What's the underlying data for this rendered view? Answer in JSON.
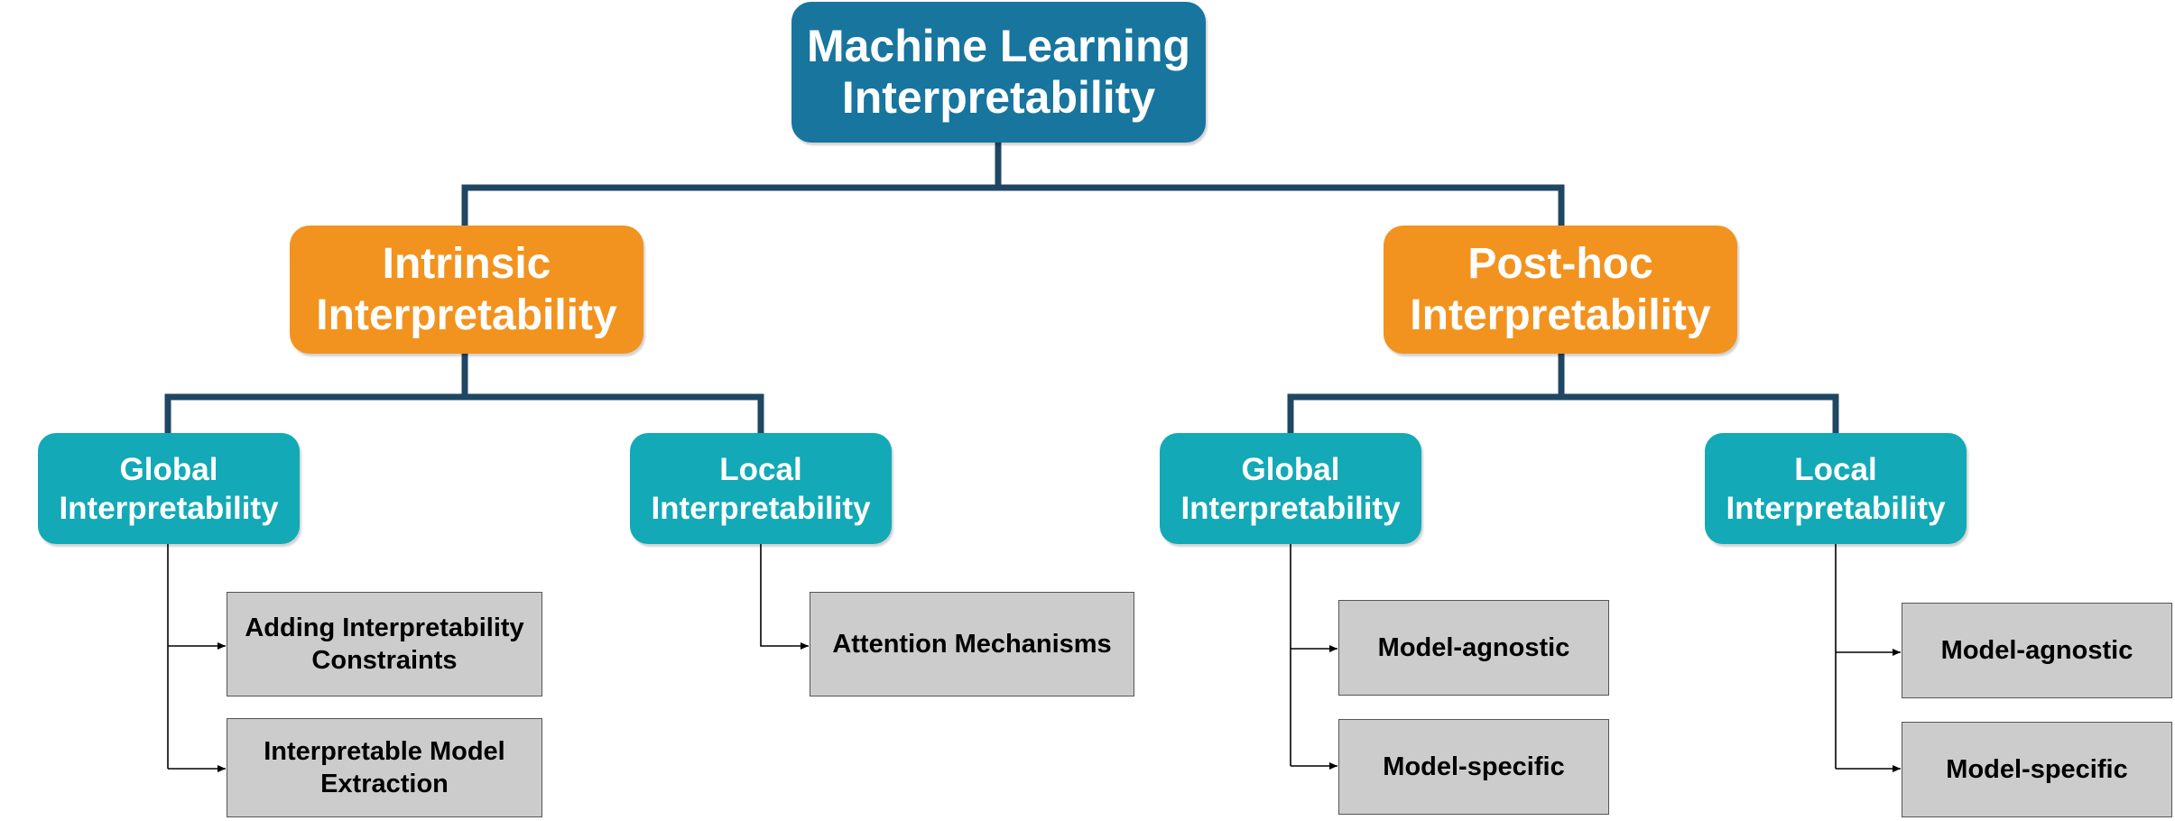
{
  "root": {
    "line1": "Machine Learning",
    "line2": "Interpretability"
  },
  "intrinsic": {
    "line1": "Intrinsic",
    "line2": "Interpretability",
    "global": {
      "line1": "Global",
      "line2": "Interpretability",
      "leaves": [
        {
          "line1": "Adding Interpretability",
          "line2": "Constraints"
        },
        {
          "line1": "Interpretable Model",
          "line2": "Extraction"
        }
      ]
    },
    "local": {
      "line1": "Local",
      "line2": "Interpretability",
      "leaves": [
        {
          "line1": "Attention Mechanisms"
        }
      ]
    }
  },
  "posthoc": {
    "line1": "Post-hoc",
    "line2": "Interpretability",
    "global": {
      "line1": "Global",
      "line2": "Interpretability",
      "leaves": [
        {
          "line1": "Model-agnostic"
        },
        {
          "line1": "Model-specific"
        }
      ]
    },
    "local": {
      "line1": "Local",
      "line2": "Interpretability",
      "leaves": [
        {
          "line1": "Model-agnostic"
        },
        {
          "line1": "Model-specific"
        }
      ]
    }
  },
  "colors": {
    "root": "#17759e",
    "category": "#f2931f",
    "scope": "#13a9b6",
    "leaf": "#cccccc",
    "connector": "#1f4764"
  }
}
